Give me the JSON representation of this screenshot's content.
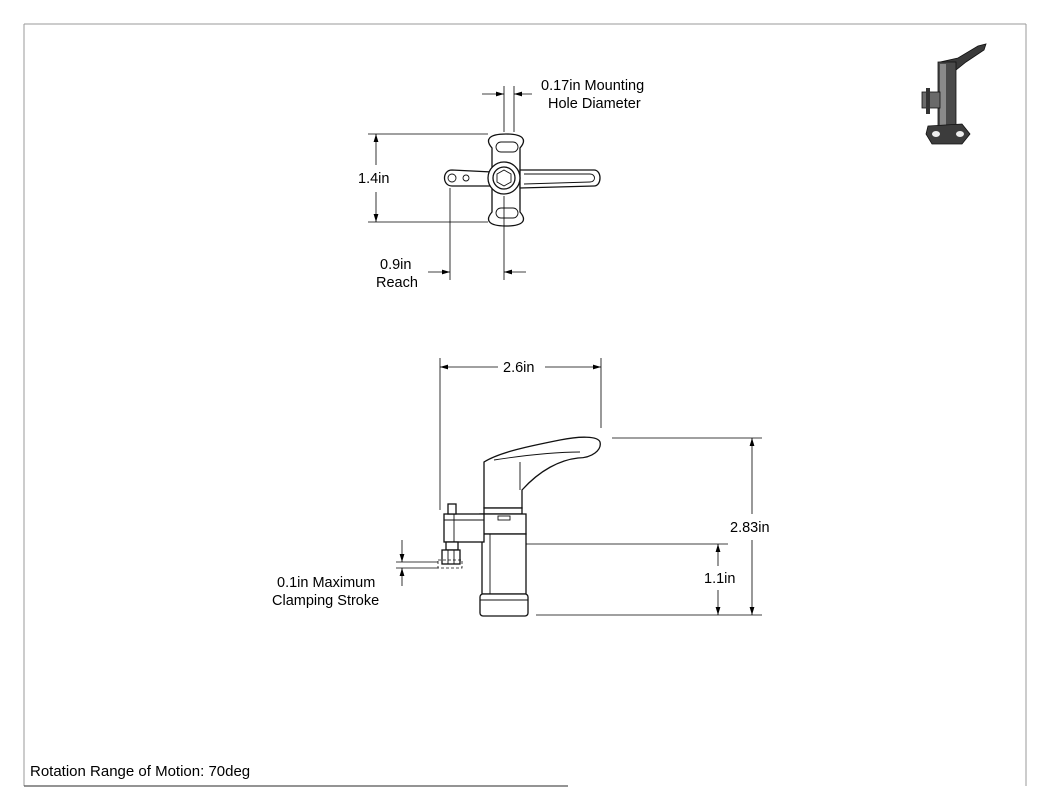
{
  "top_view": {
    "mounting_hole_label_line1": "0.17in Mounting",
    "mounting_hole_label_line2": "Hole Diameter",
    "height_label": "1.4in",
    "reach_label_line1": "0.9in",
    "reach_label_line2": "Reach"
  },
  "side_view": {
    "width_label": "2.6in",
    "total_height_label": "2.83in",
    "base_height_label": "1.1in",
    "stroke_label_line1": "0.1in Maximum",
    "stroke_label_line2": "Clamping Stroke"
  },
  "footer": {
    "rotation_note": "Rotation Range of Motion: 70deg"
  }
}
